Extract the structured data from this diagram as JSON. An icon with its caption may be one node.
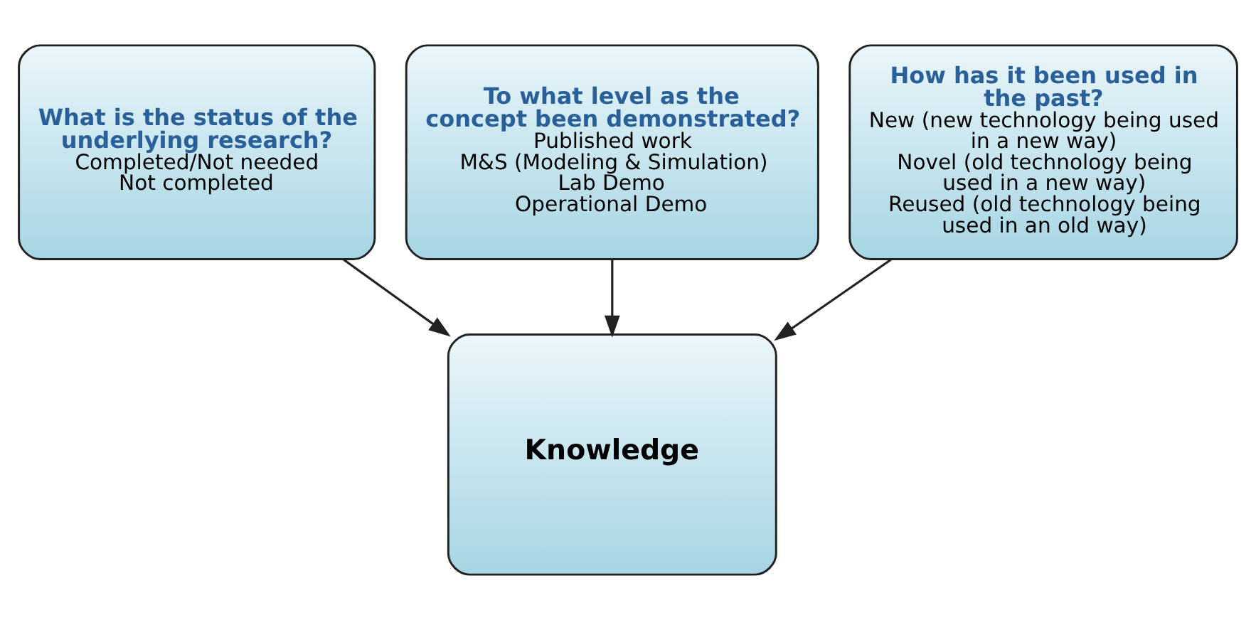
{
  "diagram": {
    "nodes": [
      {
        "text": [
          "What is the status of the underlying research?",
          "Completed/Not needed",
          "Not completed"
        ]
      },
      {
        "text": [
          "To what level as the concept been demonstrated?",
          "Published work",
          "M&S (Modeling & Simulation)",
          "Lab Demo",
          "Operational Demo"
        ]
      },
      {
        "text": [
          "How has it been used in the past?",
          "New (new technology being used in a new way)",
          "Novel (old technology being used in a new way)",
          "Reused (old technology being used in an old way)"
        ]
      },
      {
        "text": [
          "Knowledge"
        ]
      }
    ],
    "edges": [
      {
        "from": 0,
        "to": 3,
        "arrow": "to"
      },
      {
        "from": 1,
        "to": 3,
        "arrow": "to"
      },
      {
        "from": 2,
        "to": 3,
        "arrow": "to"
      }
    ]
  }
}
